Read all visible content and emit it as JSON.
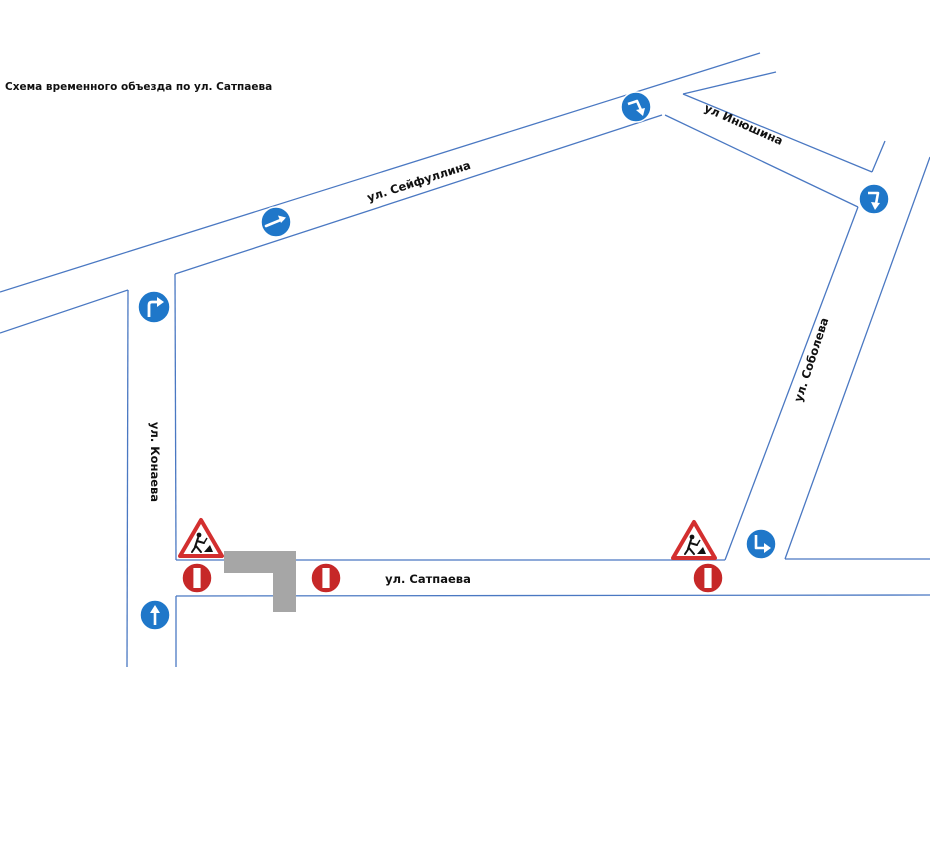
{
  "title": "Схема временного объезда по ул. Сатпаева",
  "streets": {
    "seifullina": "ул. Сейфуллина",
    "inyushina": "ул Инюшина",
    "sobolev": "ул. Соболева",
    "konaev": "ул. Конаева",
    "satpaev": "ул. Сатпаева"
  },
  "colors": {
    "road_edge": "#4a78c2",
    "detour_sign": "#1f77c9",
    "no_entry_sign": "#c62828",
    "roadworks_border": "#d32f2f",
    "closure_block": "#a6a6a6"
  },
  "signs": {
    "detour": [
      "arrow-right-icon",
      "arrow-right-turn-icon",
      "arrow-bend-right-icon",
      "arrow-down-turn-icon",
      "arrow-down-right-icon",
      "arrow-up-icon"
    ],
    "no_entry": [
      "no-entry-icon",
      "no-entry-icon",
      "no-entry-icon"
    ],
    "roadworks": [
      "road-works-icon",
      "road-works-icon"
    ]
  }
}
